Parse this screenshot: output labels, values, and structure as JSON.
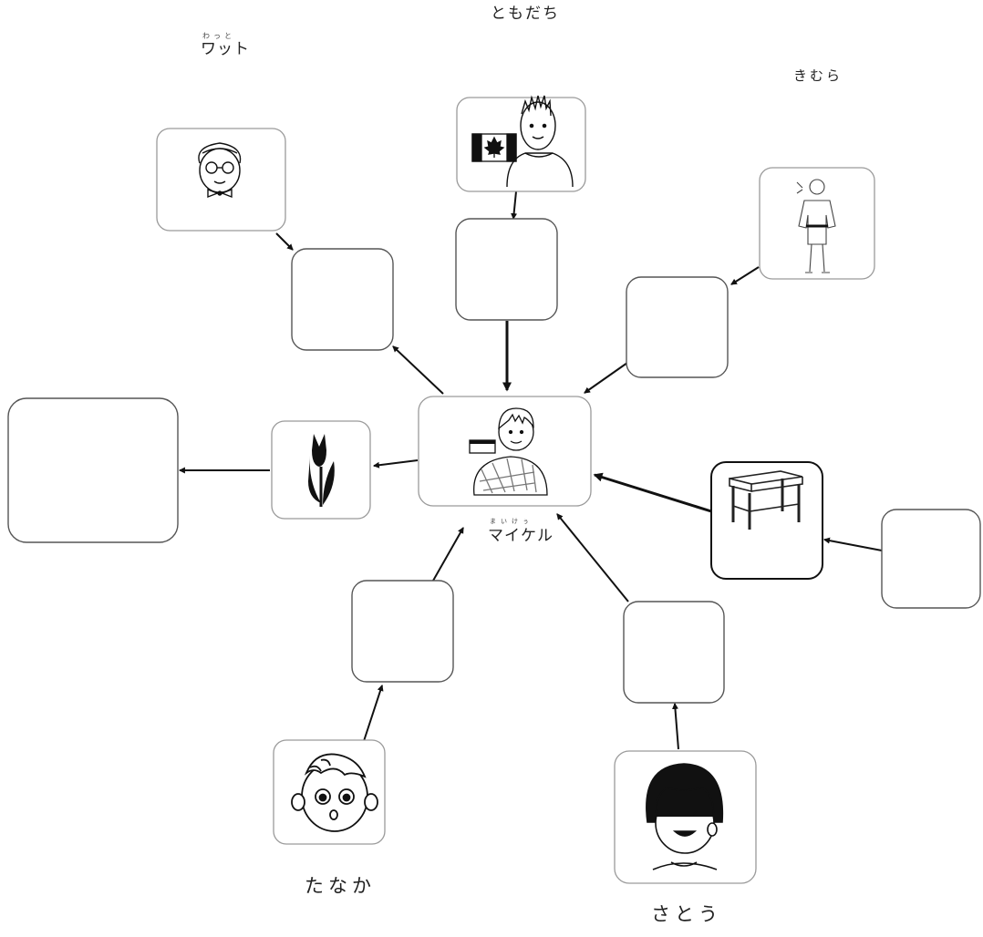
{
  "labels": {
    "tomodachi": "ともだち",
    "watto": "ワット",
    "watto_ruby": "わっと",
    "kimura": "きむら",
    "maikeru": "マイケル",
    "maikeru_ruby": "まいけぅ",
    "tanaka": "たなか",
    "satou": "さとう"
  },
  "pictures": [
    {
      "name": "canada-friend-picture",
      "subject": "boy with canadian flag"
    },
    {
      "name": "watto-old-man-picture",
      "subject": "old man with glasses and bow tie"
    },
    {
      "name": "kimura-judo-picture",
      "subject": "person in judo uniform"
    },
    {
      "name": "tulip-picture",
      "subject": "tulip"
    },
    {
      "name": "desk-picture",
      "subject": "school desk"
    },
    {
      "name": "michael-picture",
      "subject": "michael"
    },
    {
      "name": "tanaka-picture",
      "subject": "boy face"
    },
    {
      "name": "satou-picture",
      "subject": "girl face"
    }
  ],
  "colors": {
    "line": "#222222",
    "box_border": "#9a9a9a",
    "box_border_dark": "#111111"
  }
}
